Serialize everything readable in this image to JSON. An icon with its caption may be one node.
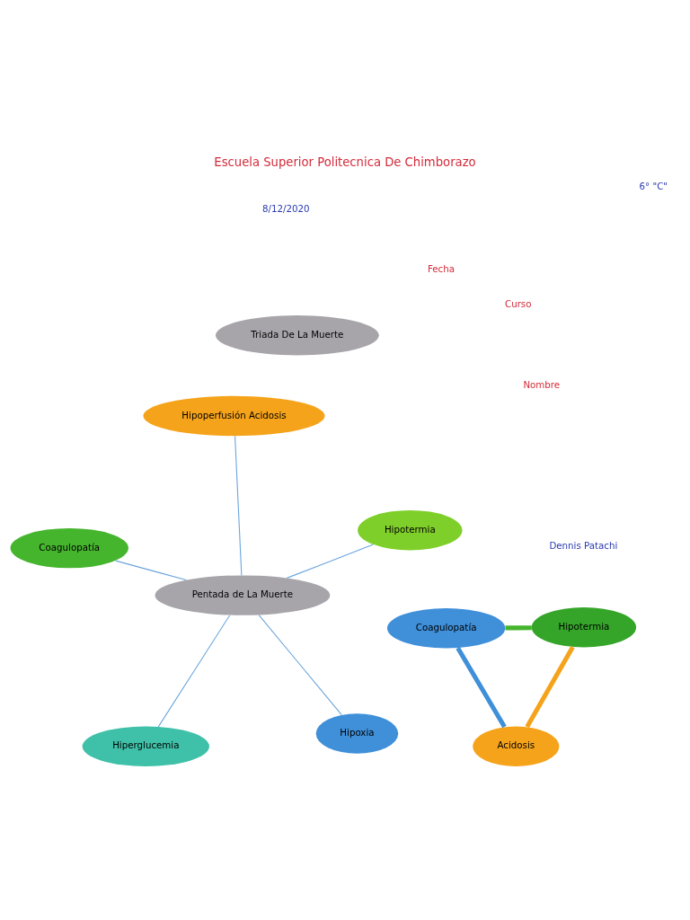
{
  "diagram": {
    "title": "Escuela Superior Politecnica De Chimborazo",
    "nodes": [
      {
        "text": [
          "Triada De La Muerte"
        ]
      },
      {
        "text": [
          "Coagulopatía"
        ]
      },
      {
        "text": [
          "Hipotermia"
        ]
      },
      {
        "text": [
          "Acidosis"
        ]
      },
      {
        "text": [
          "Pentada de La Muerte"
        ]
      },
      {
        "text": [
          "Hipoxia"
        ]
      },
      {
        "text": [
          "Hiperglucemia"
        ]
      },
      {
        "text": [
          "Coagulopatía"
        ]
      },
      {
        "text": [
          "Hipotermia"
        ]
      },
      {
        "text": [
          "Hipoperfusión Acidosis"
        ]
      }
    ],
    "edges": [
      {
        "from": 1,
        "to": 2,
        "arrow": "none",
        "style": "thick",
        "color": "#46b52e"
      },
      {
        "from": 2,
        "to": 3,
        "arrow": "none",
        "style": "thick",
        "color": "#f5a31a"
      },
      {
        "from": 3,
        "to": 1,
        "arrow": "none",
        "style": "thick",
        "color": "#3f8fd9"
      },
      {
        "from": 4,
        "to": 5,
        "arrow": "none"
      },
      {
        "from": 4,
        "to": 6,
        "arrow": "none"
      },
      {
        "from": 4,
        "to": 7,
        "arrow": "none"
      },
      {
        "from": 4,
        "to": 8,
        "arrow": "none"
      },
      {
        "from": 4,
        "to": 9,
        "arrow": "none"
      }
    ],
    "labels": [
      "Nombre",
      "Dennis Patachi",
      "Curso",
      "6° \"C\"",
      "Fecha",
      "8/12/2020"
    ]
  }
}
